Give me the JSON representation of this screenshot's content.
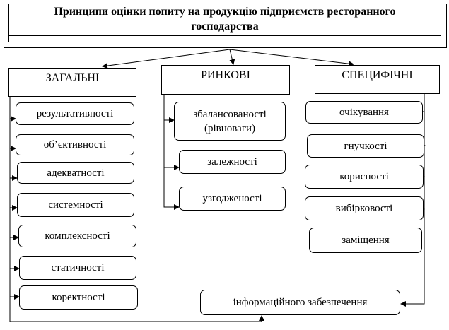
{
  "title": "Принципи оцінки попиту на продукцію підприємств ресторанного господарства",
  "categories": {
    "general": {
      "label": "ЗАГАЛЬНІ",
      "items": [
        "результативності",
        "об’єктивності",
        "адекватності",
        "системності",
        "комплексності",
        "статичності",
        "коректності"
      ]
    },
    "market": {
      "label": "РИНКОВІ",
      "items": [
        "збалансованості (рівноваги)",
        "залежності",
        "узгодженості"
      ]
    },
    "specific": {
      "label": "СПЕЦИФІЧНІ",
      "items": [
        "очікування",
        "гнучкості",
        "корисності",
        "вибірковості",
        "заміщення"
      ]
    }
  },
  "shared": "інформаційного забезпечення"
}
